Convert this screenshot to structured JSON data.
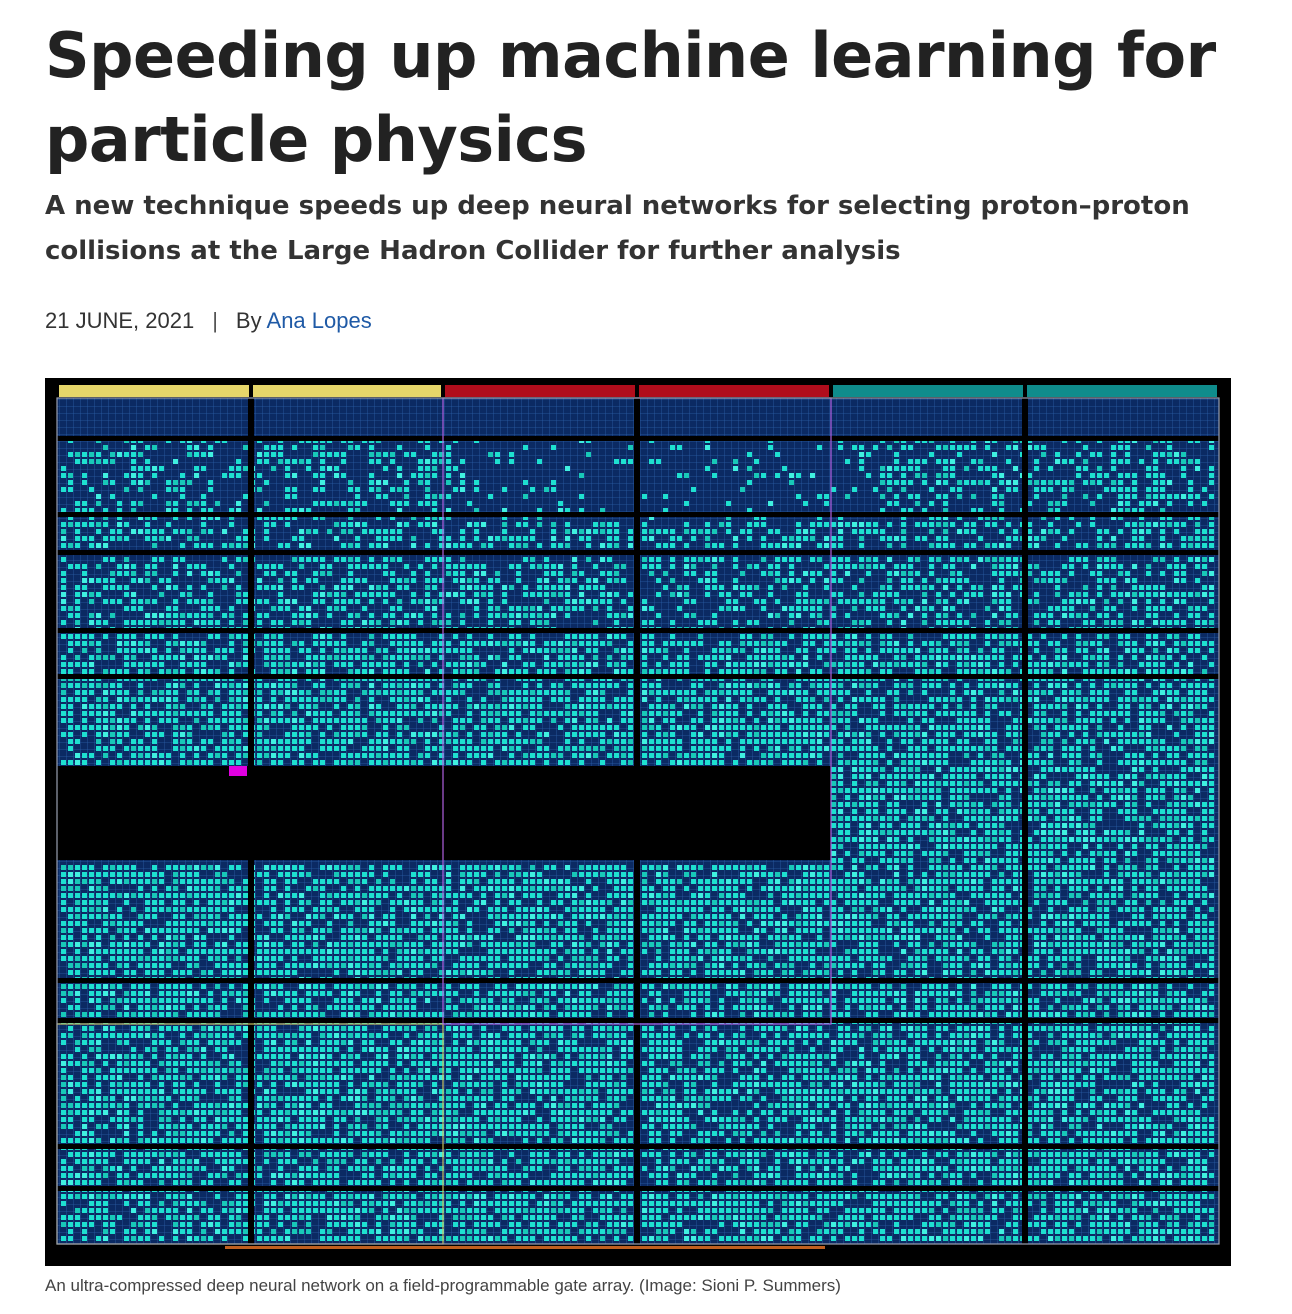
{
  "article": {
    "title": "Speeding up machine learning for particle physics",
    "subtitle": "A new technique speeds up deep neural networks for selecting proton–proton collisions at the Large Hadron Collider for further analysis",
    "date": "21 JUNE, 2021",
    "separator": "|",
    "by_label": "By",
    "author": "Ana Lopes"
  },
  "figure": {
    "caption": "An ultra-compressed deep neural network on a field-programmable gate array. (Image: Sioni P. Summers)",
    "colors": {
      "background": "#000000",
      "region": "#0b2a63",
      "cell": "#1ee0d0",
      "yellow_bar": "#e6d66a",
      "red_bar": "#b00d1c",
      "teal_bar": "#0f8c8c",
      "marker": "#e000e0"
    }
  }
}
